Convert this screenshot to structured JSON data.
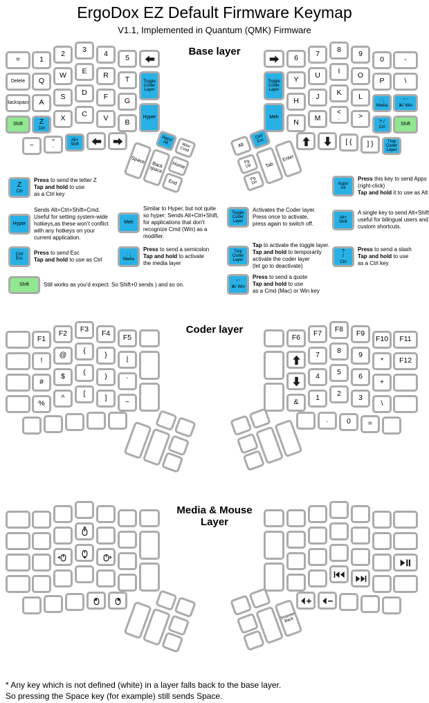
{
  "title": "ErgoDox EZ Default Firmware Keymap",
  "subtitle": "V1.1, Implemented in Quantum (QMK) Firmware",
  "footer_lines": [
    "* Any key which is not defined (white) in a layer falls back to the base layer.",
    "So pressing the Space key (for example) still sends Space."
  ],
  "colors": {
    "key_cyan": "#29b1e6",
    "key_green": "#90e890",
    "key_border": "#ababab"
  },
  "layers": [
    {
      "name": "Base layer",
      "left": {
        "main": [
          {
            "label": "="
          },
          {
            "label": "1"
          },
          {
            "label": "2"
          },
          {
            "label": "3"
          },
          {
            "label": "4"
          },
          {
            "label": "5"
          },
          {
            "icon": "arrow-left"
          },
          {
            "label": "Delete",
            "size": "s"
          },
          {
            "label": "Q"
          },
          {
            "label": "W"
          },
          {
            "label": "E"
          },
          {
            "label": "R"
          },
          {
            "label": "T"
          },
          {
            "label": "Toggle\nCoder\nLayer",
            "size": "xs",
            "color": "cyan"
          },
          {
            "label": "Backspace",
            "size": "s"
          },
          {
            "label": "A"
          },
          {
            "label": "S"
          },
          {
            "label": "D"
          },
          {
            "label": "F"
          },
          {
            "label": "G"
          },
          {
            "label": "Shift",
            "size": "s",
            "color": "green"
          },
          {
            "label": "Z",
            "sub": "Ctrl",
            "color": "cyan"
          },
          {
            "label": "X"
          },
          {
            "label": "C"
          },
          {
            "label": "V"
          },
          {
            "label": "B"
          },
          {
            "label": "Hyper",
            "size": "s",
            "color": "cyan"
          },
          {
            "label": "~"
          },
          {
            "label": "\"",
            "sub": "'"
          },
          {
            "label": "Alt+\nShift",
            "size": "xs",
            "color": "cyan"
          },
          {
            "icon": "arrow-left"
          },
          {
            "icon": "arrow-right"
          }
        ],
        "thumb": [
          {
            "label": "Apps/\nAlt",
            "size": "xs",
            "color": "cyan"
          },
          {
            "label": "Win/\nCmd",
            "size": "xs"
          },
          {
            "label": "Space",
            "size": "s"
          },
          {
            "label": "Back\nspace",
            "size": "s"
          },
          {
            "label": "Home",
            "size": "s"
          },
          {
            "label": "End",
            "size": "s"
          }
        ]
      },
      "right": {
        "main": [
          {
            "icon": "arrow-right"
          },
          {
            "label": "6"
          },
          {
            "label": "7"
          },
          {
            "label": "8"
          },
          {
            "label": "9"
          },
          {
            "label": "0"
          },
          {
            "label": "-"
          },
          {
            "label": "Toggle\nCoder\nLayer",
            "size": "xs",
            "color": "cyan"
          },
          {
            "label": "Y"
          },
          {
            "label": "U"
          },
          {
            "label": "I"
          },
          {
            "label": "O"
          },
          {
            "label": "P"
          },
          {
            "label": "\\"
          },
          {
            "label": "H"
          },
          {
            "label": "J"
          },
          {
            "label": "K"
          },
          {
            "label": "L"
          },
          {
            "label": ": ;",
            "sub": "Media",
            "size": "s",
            "color": "cyan"
          },
          {
            "label": "\" '",
            "sub": "⌘/ Win",
            "size": "s",
            "color": "cyan"
          },
          {
            "label": "Meh",
            "size": "s",
            "color": "cyan"
          },
          {
            "label": "N"
          },
          {
            "label": "M"
          },
          {
            "label": "<",
            "sub": ","
          },
          {
            "label": ">",
            "sub": "."
          },
          {
            "label": "? /",
            "sub": "Ctrl",
            "size": "s",
            "color": "cyan"
          },
          {
            "label": "Shift",
            "size": "s",
            "color": "green"
          },
          {
            "icon": "arrow-up"
          },
          {
            "icon": "arrow-down"
          },
          {
            "label": "[ {"
          },
          {
            "label": "] }"
          },
          {
            "label": "Tmp\nCoder\nLayer",
            "size": "xs",
            "color": "cyan"
          }
        ],
        "thumb": [
          {
            "label": "Alt",
            "size": "s"
          },
          {
            "label": "Ctrl/\nEsc",
            "size": "xs",
            "color": "cyan"
          },
          {
            "label": "Pg\nUp",
            "size": "xs"
          },
          {
            "label": "Pg\nDn",
            "size": "xs"
          },
          {
            "label": "Tab",
            "size": "s"
          },
          {
            "label": "Enter",
            "size": "s"
          }
        ]
      }
    },
    {
      "name": "Coder layer",
      "left": {
        "main": [
          null,
          {
            "label": "F1"
          },
          {
            "label": "F2"
          },
          {
            "label": "F3"
          },
          {
            "label": "F4"
          },
          {
            "label": "F5"
          },
          null,
          null,
          {
            "label": "!"
          },
          {
            "label": "@"
          },
          {
            "label": "{"
          },
          {
            "label": "}"
          },
          {
            "label": "|"
          },
          null,
          null,
          {
            "label": "#"
          },
          {
            "label": "$"
          },
          {
            "label": "("
          },
          {
            "label": ")"
          },
          {
            "label": "`"
          },
          null,
          {
            "label": "%"
          },
          {
            "label": "^"
          },
          {
            "label": "["
          },
          {
            "label": "]"
          },
          {
            "label": "~"
          },
          null,
          null,
          null,
          null,
          null,
          null
        ],
        "thumb": [
          null,
          null,
          null,
          null,
          null,
          null
        ]
      },
      "right": {
        "main": [
          null,
          {
            "label": "F6"
          },
          {
            "label": "F7"
          },
          {
            "label": "F8"
          },
          {
            "label": "F9"
          },
          {
            "label": "F10"
          },
          {
            "label": "F11"
          },
          null,
          {
            "icon": "arrow-up"
          },
          {
            "label": "7"
          },
          {
            "label": "8"
          },
          {
            "label": "9"
          },
          {
            "label": "*"
          },
          {
            "label": "F12"
          },
          {
            "icon": "arrow-down"
          },
          {
            "label": "4"
          },
          {
            "label": "5"
          },
          {
            "label": "6"
          },
          {
            "label": "+"
          },
          null,
          null,
          {
            "label": "&"
          },
          {
            "label": "1"
          },
          {
            "label": "2"
          },
          {
            "label": "3"
          },
          {
            "label": "\\"
          },
          null,
          null,
          {
            "label": "."
          },
          {
            "label": "0"
          },
          {
            "label": "="
          },
          null
        ],
        "thumb": [
          null,
          null,
          null,
          null,
          null,
          null
        ]
      }
    },
    {
      "name": "Media & Mouse\nLayer",
      "left": {
        "main": [
          null,
          null,
          null,
          null,
          null,
          null,
          null,
          null,
          null,
          null,
          {
            "icon": "mouse-up"
          },
          null,
          null,
          null,
          null,
          null,
          {
            "icon": "mouse-left"
          },
          {
            "icon": "mouse-down"
          },
          {
            "icon": "mouse-right"
          },
          null,
          null,
          null,
          null,
          null,
          null,
          null,
          null,
          null,
          null,
          null,
          {
            "icon": "mouse-btn-left"
          },
          {
            "icon": "mouse-btn-right"
          }
        ],
        "thumb": [
          null,
          null,
          null,
          null,
          null,
          null
        ]
      },
      "right": {
        "main": [
          null,
          null,
          null,
          null,
          null,
          null,
          null,
          null,
          null,
          null,
          null,
          null,
          null,
          null,
          null,
          null,
          null,
          null,
          null,
          {
            "icon": "play-pause"
          },
          null,
          null,
          null,
          {
            "icon": "prev-track"
          },
          {
            "icon": "next-track"
          },
          null,
          null,
          {
            "icon": "vol-up"
          },
          {
            "icon": "vol-down"
          },
          null,
          null,
          null
        ],
        "thumb": [
          null,
          null,
          null,
          null,
          null,
          {
            "label": "Browser\nBack",
            "size": "xs"
          }
        ]
      }
    }
  ],
  "legend": [
    {
      "key": {
        "label": "Z",
        "sub": "Ctrl",
        "color": "cyan"
      },
      "text": "**Press** to send the letter Z\n**Tap and hold** to use\nas a Ctrl key"
    },
    {
      "key": {
        "label": "Hyper",
        "size": "s",
        "color": "cyan"
      },
      "text": "Sends Alt+Ctrl+Shift+Cmd.\nUseful for setting system-wide\nhotkeys,as these won't conflict\nwith any hotkeys on your\ncurrent application."
    },
    {
      "key": {
        "label": "Ctrl/\nEsc",
        "size": "xs",
        "color": "cyan"
      },
      "text": "**Press** to send Esc\n**Tap and hold** to use as Ctrl"
    },
    {
      "key": {
        "label": "Shift",
        "size": "s",
        "color": "green",
        "wide": true
      },
      "text": "Still works as you'd expect. So Shift+0 sends ) and so on."
    },
    {
      "key": {
        "label": "Meh",
        "size": "s",
        "color": "cyan"
      },
      "text": "Similar to Hyper, but not quite\nso hyper: Sends Alt+Ctrl+Shift,\nfor applications that don't\nrecognize Cmd (Win) as a\nmodifier."
    },
    {
      "key": {
        "label": ": ;",
        "sub": "Media",
        "size": "s",
        "color": "cyan"
      },
      "text": "**Press** to send a semicolon\n**Tap and hold** to activate\nthe media layer"
    },
    {
      "key": {
        "label": "Toggle\nCoder\nLayer",
        "size": "xs",
        "color": "cyan"
      },
      "text": "Activates the Coder layer.\nPress once to activate,\npress again to switch off."
    },
    {
      "key": {
        "label": "Tmp\nCoder\nLayer",
        "size": "xs",
        "color": "cyan"
      },
      "text": "**Tap** to activate the toggle layer.\n**Tap and hold** to temporarily\nactivate the coder layer\n(let go to deactivate)"
    },
    {
      "key": {
        "label": "\" '",
        "sub": "⌘/ Win",
        "size": "s",
        "color": "cyan"
      },
      "text": "**Press** to send a quote\n**Tap and hold** to use\nas a Cmd (Mac) or Win key"
    },
    {
      "key": {
        "label": "Apps/\nAlt",
        "size": "xs",
        "color": "cyan"
      },
      "text": "**Press** this key to send Apps\n(right-click)\n**Tap and hold** it to use as Alt"
    },
    {
      "key": {
        "label": "Alt+\nShift",
        "size": "xs",
        "color": "cyan"
      },
      "text": "A single key to send Alt+Shift\nuseful for bilingual users and\ncustom shortcuts."
    },
    {
      "key": {
        "label": "?\n/",
        "sub": "Ctrl",
        "size": "s",
        "color": "cyan"
      },
      "text": "**Press** to send a slash\n**Tap and hold** to use\nas a Ctrl key"
    }
  ]
}
